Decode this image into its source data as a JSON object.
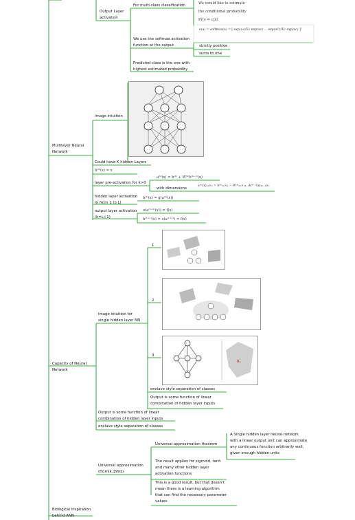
{
  "branches": {
    "output_layer_activation": "Output Layer\nactivation",
    "multi_class": "For multi-class classification",
    "softmax_note": "We use the softmax activation\nfunction at the output",
    "strictly_positive": "strictly positive",
    "sums_to_one": "sums to one",
    "predicted_class": "Predicted class is the one with\nhighest estimated probability",
    "estimate_line1": "We would like to estimate",
    "estimate_line2": "the conditional probability",
    "estimate_line3": "Pr(y = c|x)",
    "softmax_formula": "o(a) = softmax(a) = [ exp(a₁)/Σc exp(ac) … exp(aC)/Σc exp(ac) ]ᵀ",
    "multilayer": "Multilayer Neural\nNetwork",
    "image_intuition": "image intuition",
    "could_have_k": "Could have K hidden Layers",
    "h0": "h⁽⁰⁾(x) = x",
    "layer_preactivation": "layer pre-activation for k>0",
    "preact_formula": "a⁽ᵏ⁾(x) = b⁽ᵏ⁾ + W⁽ᵏ⁾h⁽ᵏ⁻¹⁾(x)",
    "with_dimensions": "with dimensions",
    "dims_formula": "a⁽ᵏ⁾(x)ₙₖ×₁ = b⁽ᵏ⁾ₙₖ×₁ − W⁽ᵏ⁾ₙₖ×ₙₖ₋₁h⁽ᵏ⁻¹⁾(x)ₙₖ₋₁×₁",
    "hidden_activation": "hidden layer activation\n(k from 1 to L)",
    "hidden_formula": "h⁽ᵏ⁾(x) = g(a⁽ᵏ⁾(x))",
    "output_activation": "output layer activation\n(k=L+1)",
    "out_formula1": "o(a⁽ᴸ⁺¹⁾(x)) = f(x)",
    "out_formula2": "h⁽ᴸ⁺¹⁾(x) = o(a⁽ᴸ⁺¹⁾) = f(x)",
    "capacity": "Capacity of Neural\nNetwork",
    "image_intuition_single": "image intuition for\nsingle hidden layer NN",
    "n1": "1",
    "n2": "2",
    "n3": "3",
    "enclave1": "enclave style separation of classes",
    "output_linear1": "Output is some function of linear\ncombination of hidden layer inputs",
    "output_linear2": "Output is some function of linear\ncombination of hidden layer inputs",
    "enclave2": "enclave style separation of classes",
    "universal_approx": "Universal approximation\n(Hornik,1991)",
    "universal_theorem": "Universal approximation theorem",
    "theorem_text": "A Single hidden layer neural network\nwith a linear output unit can approximate\nany continuous function arbitrarily well,\ngiven enough hidden units",
    "result_applies": "The result applies for sigmoid, tanh\nand many other hidden layer\nactivation functions",
    "good_result": "This is a good result, but that doesn't\nmean there is a learning algorithm\nthat can find the necessary parameter\nvalues",
    "biological": "Biological Inspiration\nbehind ANN"
  },
  "colors": {
    "branch": "#3cb043",
    "text": "#111111"
  }
}
